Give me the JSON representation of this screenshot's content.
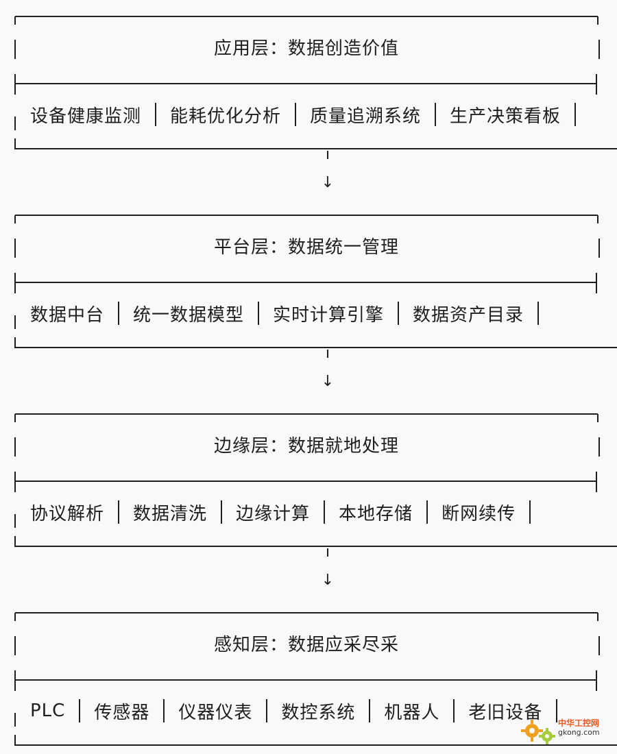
{
  "layers": [
    {
      "title": "应用层：数据创造价值",
      "items": [
        "设备健康监测",
        "能耗优化分析",
        "质量追溯系统",
        "生产决策看板"
      ]
    },
    {
      "title": "平台层：数据统一管理",
      "items": [
        "数据中台",
        "统一数据模型",
        "实时计算引擎",
        "数据资产目录"
      ]
    },
    {
      "title": "边缘层：数据就地处理",
      "items": [
        "协议解析",
        "数据清洗",
        "边缘计算",
        "本地存储",
        "断网续传"
      ]
    },
    {
      "title": "感知层：数据应采尽采",
      "items": [
        "PLC",
        "传感器",
        "仪器仪表",
        "数控系统",
        "机器人",
        "老旧设备"
      ]
    }
  ],
  "arrow_symbol": "↓",
  "watermark": {
    "cn_text": "中华工控网",
    "en_text": "gkong.com"
  },
  "colors": {
    "background": "#f8f9fb",
    "line": "#1e1e1e",
    "watermark_gear": "#f0a020",
    "watermark_gear_2": "#a6cc3c"
  }
}
